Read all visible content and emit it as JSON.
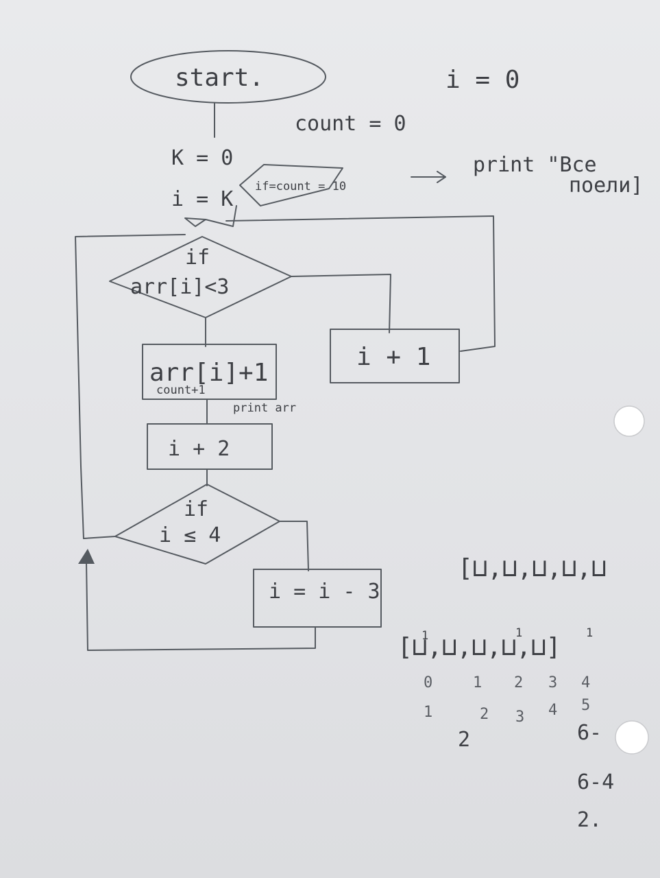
{
  "flowchart": {
    "start_label": "start.",
    "k_init": "K = 0",
    "i_assign": "i = K",
    "count_init": "count = 0",
    "i_init": "i = 0",
    "check_count": "if=count = 10",
    "print_all": "print \"Все",
    "print_all_2": "поели]",
    "decision1_if": "if",
    "decision1_cond": "arr[i]<3",
    "process_arr": "arr[i]+1",
    "process_count": "count+1",
    "print_arr": "print arr",
    "process_i_plus_1": "i + 1",
    "process_i_plus_2": "i + 2",
    "decision2_if": "if",
    "decision2_cond": "i ≤ 4",
    "process_i_minus_3": "i = i - 3"
  },
  "notes": {
    "array_top": "[⊔,⊔,⊔,⊔,⊔",
    "array_bottom": "[⊔,⊔,⊔,⊔,⊔]",
    "marks_top": [
      "1",
      "1",
      "1"
    ],
    "indices_row1": [
      "0",
      "1",
      "2",
      "3",
      "4"
    ],
    "indices_row2": [
      "1",
      "2",
      "3",
      "4",
      "5"
    ],
    "count_digits": "2",
    "calc_1": "6-",
    "calc_2": "6-4",
    "calc_3": "2."
  },
  "colors": {
    "paper": "#e4e5e7",
    "pencil": "#555a60"
  }
}
